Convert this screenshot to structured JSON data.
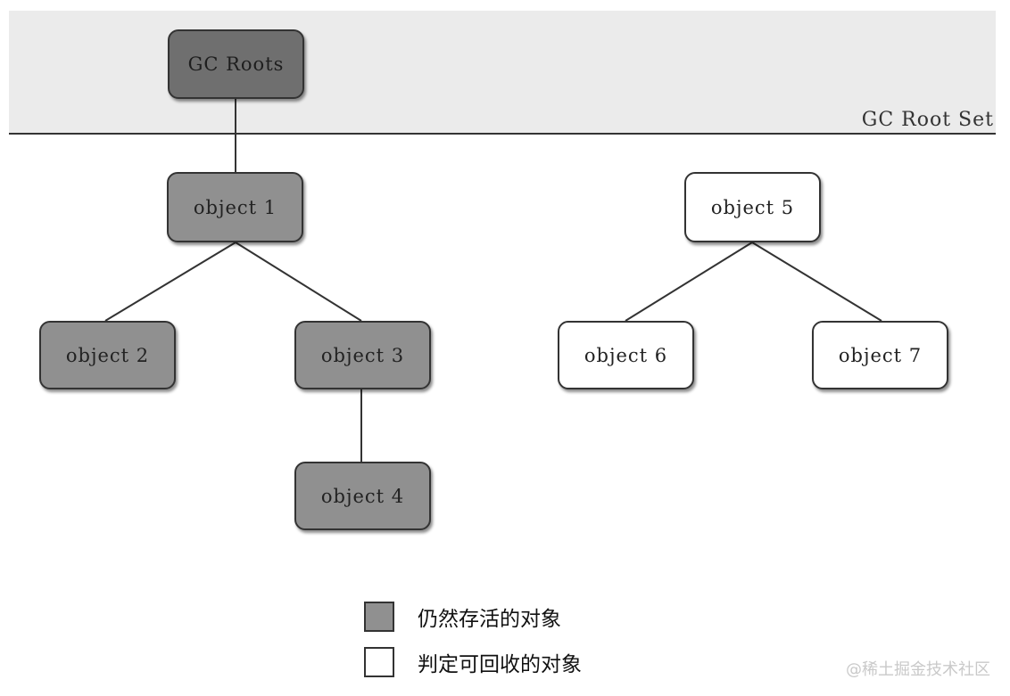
{
  "diagram": {
    "root_set_label": "GC Root Set",
    "nodes": [
      {
        "id": "gc-roots",
        "label": "GC Roots",
        "kind": "root"
      },
      {
        "id": "object-1",
        "label": "object 1",
        "kind": "alive"
      },
      {
        "id": "object-2",
        "label": "object 2",
        "kind": "alive"
      },
      {
        "id": "object-3",
        "label": "object 3",
        "kind": "alive"
      },
      {
        "id": "object-4",
        "label": "object 4",
        "kind": "alive"
      },
      {
        "id": "object-5",
        "label": "object 5",
        "kind": "collectable"
      },
      {
        "id": "object-6",
        "label": "object 6",
        "kind": "collectable"
      },
      {
        "id": "object-7",
        "label": "object 7",
        "kind": "collectable"
      }
    ],
    "edges": [
      {
        "from": "gc-roots",
        "to": "object-1"
      },
      {
        "from": "object-1",
        "to": "object-2"
      },
      {
        "from": "object-1",
        "to": "object-3"
      },
      {
        "from": "object-3",
        "to": "object-4"
      },
      {
        "from": "object-5",
        "to": "object-6"
      },
      {
        "from": "object-5",
        "to": "object-7"
      }
    ]
  },
  "legend": {
    "alive_label": "仍然存活的对象",
    "collectable_label": "判定可回收的对象",
    "alive_color": "#909090",
    "collectable_color": "#ffffff"
  },
  "watermark": "@稀土掘金技术社区"
}
